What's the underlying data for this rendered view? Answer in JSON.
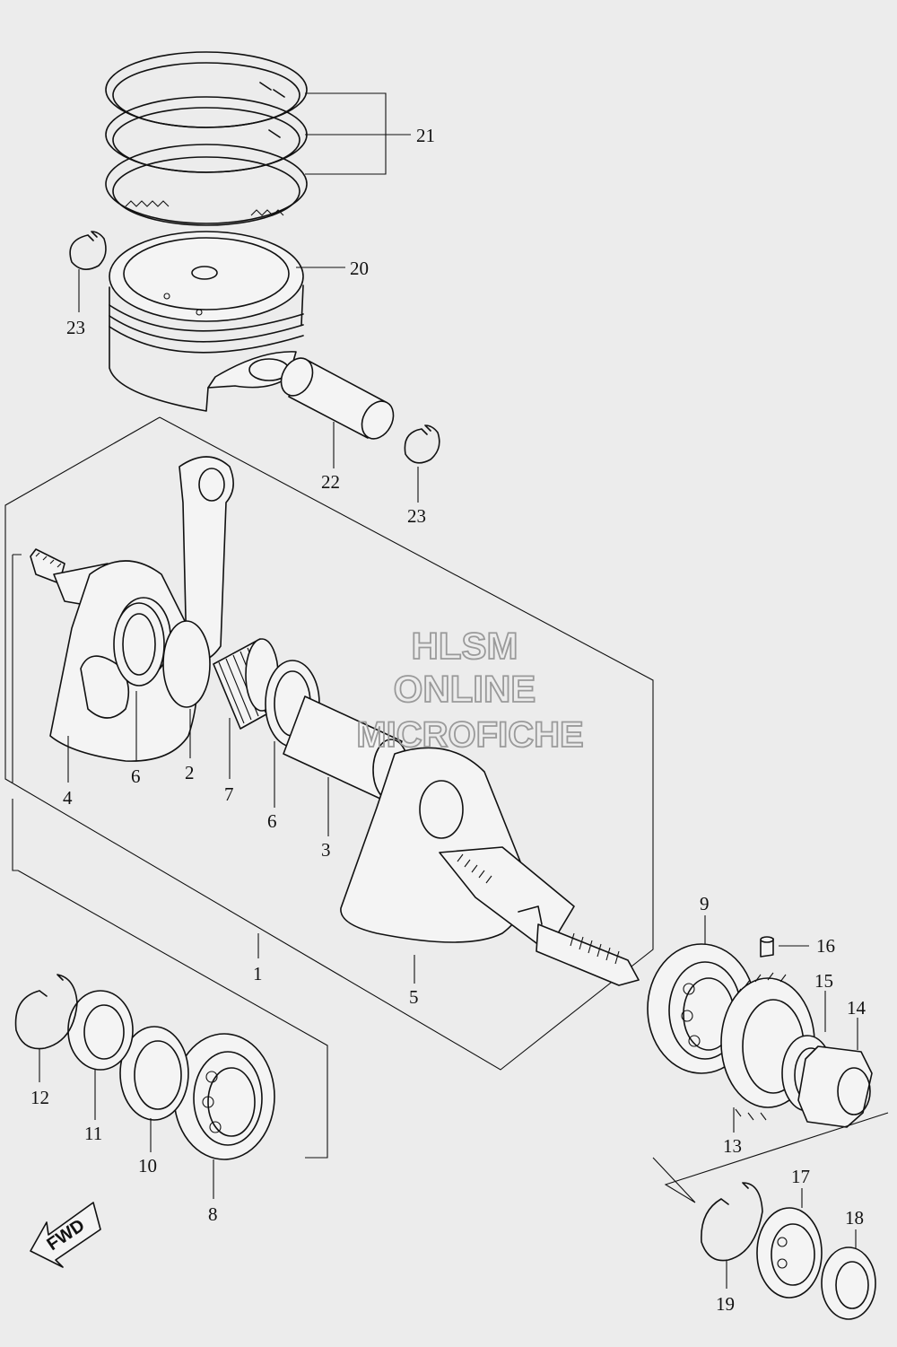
{
  "watermark": {
    "line1": "HLSM",
    "line2": "ONLINE",
    "line3": "MICROFICHE"
  },
  "fwd_label": "FWD",
  "callouts": {
    "c1": "1",
    "c2": "2",
    "c3": "3",
    "c4": "4",
    "c5": "5",
    "c6a": "6",
    "c6b": "6",
    "c7": "7",
    "c8": "8",
    "c9": "9",
    "c10": "10",
    "c11": "11",
    "c12": "12",
    "c13": "13",
    "c14": "14",
    "c15": "15",
    "c16": "16",
    "c17": "17",
    "c18": "18",
    "c19": "19",
    "c20": "20",
    "c21": "21",
    "c22": "22",
    "c23a": "23",
    "c23b": "23"
  }
}
